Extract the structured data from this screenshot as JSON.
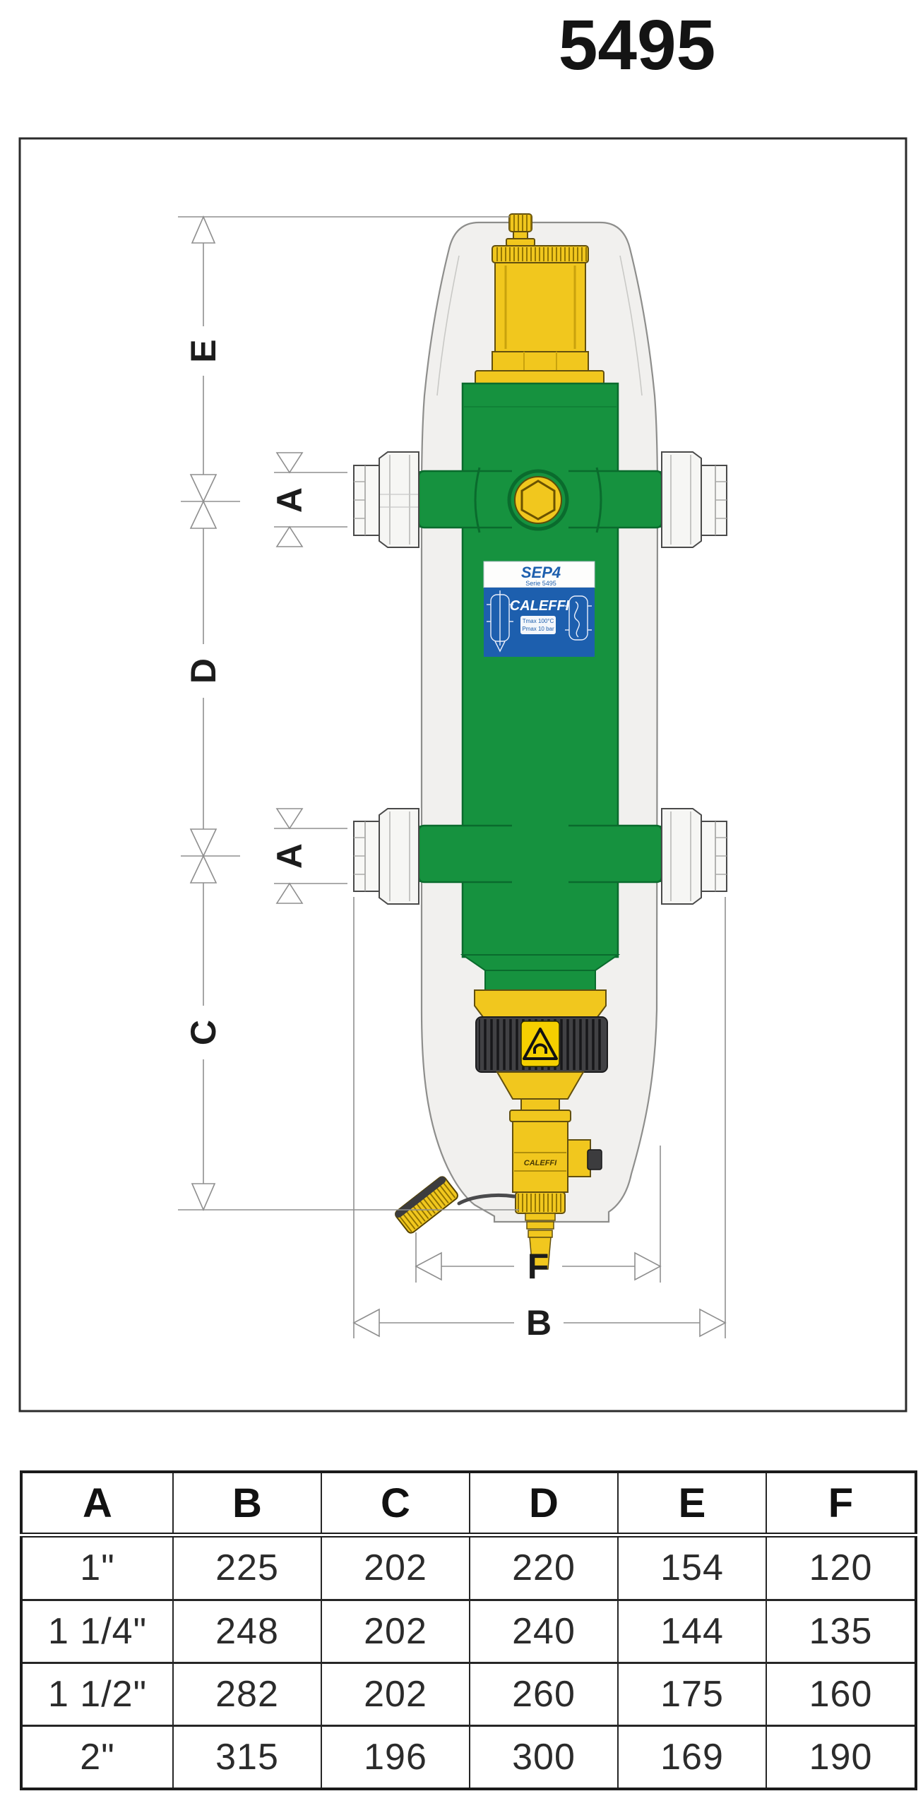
{
  "title": "5495",
  "drawing": {
    "dim_labels": {
      "a": "A",
      "b": "B",
      "c": "C",
      "d": "D",
      "e": "E",
      "f": "F"
    },
    "device_label": {
      "product": "SEP4",
      "series": "Serie 5495",
      "brand": "CALEFFI",
      "tmax": "Tmax 100°C",
      "pmax": "Pmax 10 bar"
    },
    "drain_valve_text": "CALEFFI",
    "colors": {
      "body_green": "#16923f",
      "green_dark": "#0a6b2d",
      "brass_yellow": "#f1c71e",
      "brass_dark": "#63500f",
      "label_blue": "#1d5fae",
      "insulation": "#f1f0ee",
      "dark_ring": "#414144",
      "dimension_gray": "#8f8f8f",
      "warning_yellow": "#f5d000"
    }
  },
  "table": {
    "columns": [
      "A",
      "B",
      "C",
      "D",
      "E",
      "F"
    ],
    "rows": [
      [
        "1\"",
        "225",
        "202",
        "220",
        "154",
        "120"
      ],
      [
        "1 1/4\"",
        "248",
        "202",
        "240",
        "144",
        "135"
      ],
      [
        "1 1/2\"",
        "282",
        "202",
        "260",
        "175",
        "160"
      ],
      [
        "2\"",
        "315",
        "196",
        "300",
        "169",
        "190"
      ]
    ]
  }
}
